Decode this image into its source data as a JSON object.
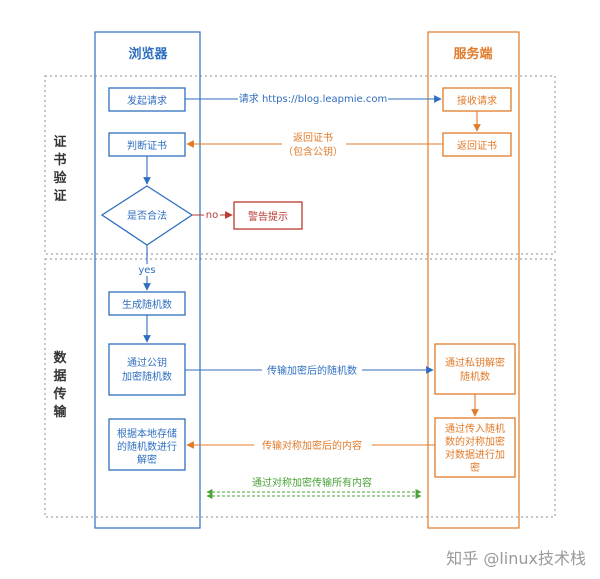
{
  "lanes": {
    "browser": "浏览器",
    "server": "服务端"
  },
  "sections": {
    "cert_verify": [
      "证",
      "书",
      "验",
      "证"
    ],
    "data_transfer": [
      "数",
      "据",
      "传",
      "输"
    ]
  },
  "nodes": {
    "initiate_request": "发起请求",
    "receive_request": "接收请求",
    "return_cert": "返回证书",
    "judge_cert": "判断证书",
    "is_legal": "是否合法",
    "warning": "警告提示",
    "gen_random": "生成随机数",
    "encrypt_random": [
      "通过公钥",
      "加密随机数"
    ],
    "decrypt_random": [
      "通过私钥解密",
      "随机数"
    ],
    "decrypt_local": [
      "根据本地存储",
      "的随机数进行",
      "解密"
    ],
    "encrypt_data": [
      "通过传入随机",
      "数的对称加密",
      "对数据进行加",
      "密"
    ]
  },
  "edges": {
    "request_url": "请求 https://blog.leapmie.com",
    "return_cert_label": "返回证书",
    "return_cert_sub": "（包含公钥）",
    "no": "no",
    "yes": "yes",
    "transfer_random": "传输加密后的随机数",
    "transfer_content": "传输对称加密后的内容",
    "symmetric_all": "通过对称加密传输所有内容"
  },
  "watermark": "知乎 @linux技术栈",
  "colors": {
    "blue": "#2f6fc0",
    "orange": "#e07b2a",
    "red": "#b83a30",
    "green": "#4aa238",
    "dash": "#8c8c8c"
  }
}
